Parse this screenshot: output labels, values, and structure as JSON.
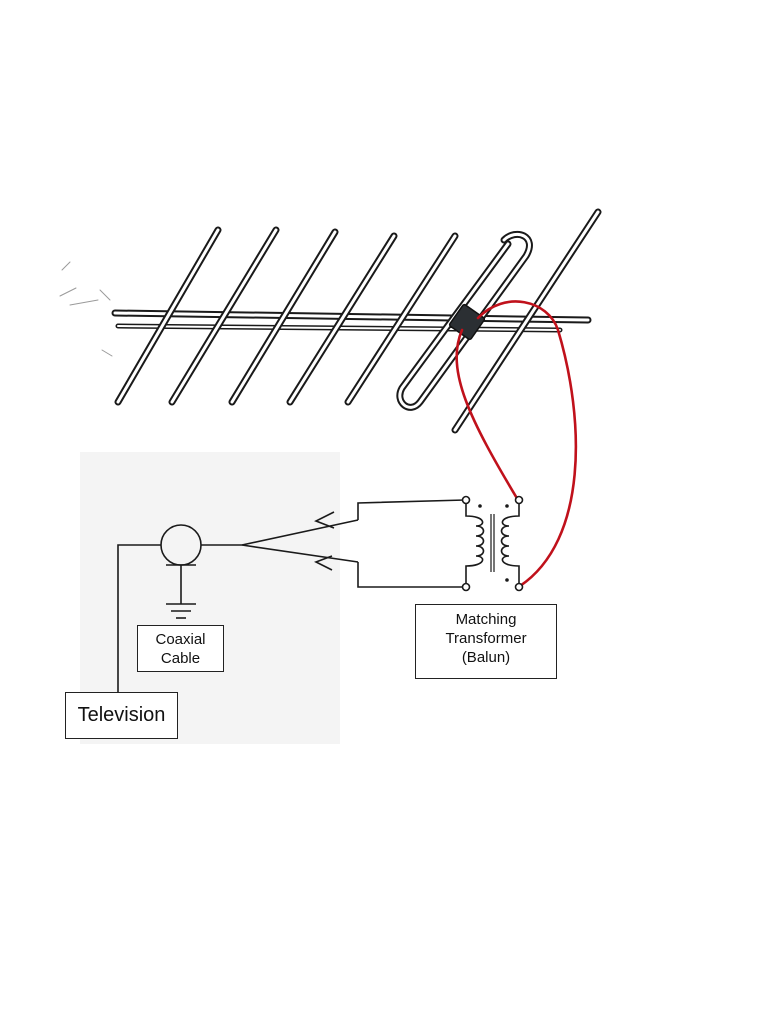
{
  "labels": {
    "coax": "Coaxial\nCable",
    "balun": "Matching\nTransformer\n(Balun)",
    "television": "Television"
  },
  "colors": {
    "background": "#ffffff",
    "line": "#1a1a1a",
    "feedline": "#c0111b",
    "balun_block": "#2b2f33",
    "panel": "#f4f4f4"
  },
  "icons": {
    "ground": "ground-symbol-icon",
    "coax": "coaxial-connector-icon",
    "transformer": "transformer-coils-icon"
  }
}
